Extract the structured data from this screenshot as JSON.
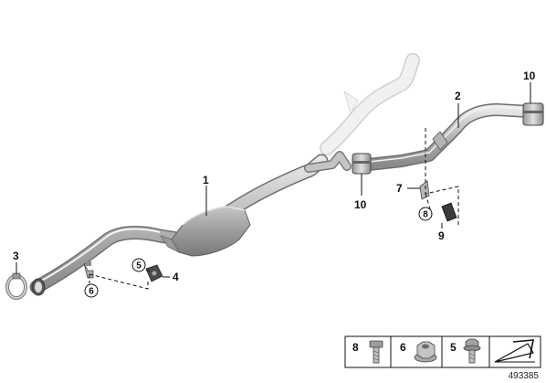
{
  "diagram": {
    "callouts": [
      "1",
      "2",
      "3",
      "4",
      "5",
      "6",
      "7",
      "8",
      "9",
      "10",
      "10"
    ],
    "circled_callouts": [
      "5",
      "6",
      "8"
    ],
    "legend_items": [
      "8",
      "6",
      "5"
    ],
    "diagram_id": "493385"
  },
  "colors": {
    "pipe_light": "#d4d4d4",
    "pipe_mid": "#a8a8a8",
    "pipe_dark": "#7c7c7c",
    "ghost_pipe": "#ededed",
    "line": "#111111"
  },
  "icons": {
    "legend_8": "bolt-icon",
    "legend_6": "flange-nut-icon",
    "legend_5": "collar-screw-icon",
    "legend_nav": "diagonal-arrow-icon"
  }
}
